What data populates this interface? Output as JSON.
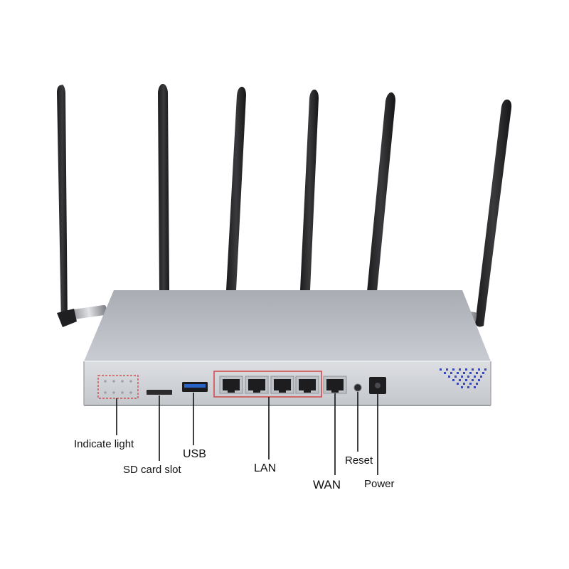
{
  "labels": {
    "indicate_light": "Indicate light",
    "sd_card_slot": "SD card slot",
    "usb": "USB",
    "lan": "LAN",
    "reset": "Reset",
    "wan": "WAN",
    "power": "Power"
  },
  "colors": {
    "body_top": "#b9bcc3",
    "body_front": "#d6d8dd",
    "antenna": "#2a2a2c",
    "highlight_box": "#d23a3a",
    "dot_pattern": "#3a49b8",
    "leader_line": "#111111"
  }
}
